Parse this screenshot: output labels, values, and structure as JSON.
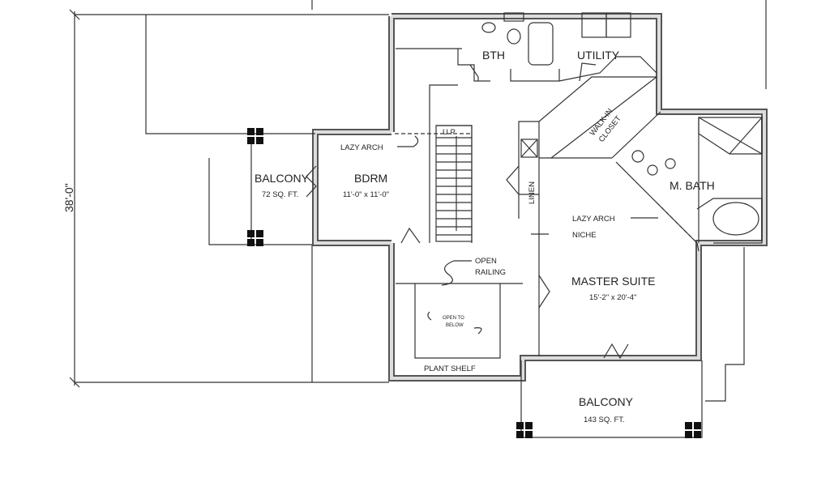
{
  "dimension": {
    "overall_depth": "38'-0\""
  },
  "rooms": {
    "bth": "BTH",
    "utility": "UTILITY",
    "walk_in_closet_line1": "WALK-IN",
    "walk_in_closet_line2": "CLOSET",
    "m_bath": "M. BATH",
    "linen": "LINEN",
    "bdrm": "BDRM",
    "bdrm_size": "11'-0\" x 11'-0\"",
    "balcony_left": "BALCONY",
    "balcony_left_area": "72 SQ. FT.",
    "master_suite": "MASTER SUITE",
    "master_suite_size": "15'-2\" x 20'-4\"",
    "balcony_bottom": "BALCONY",
    "balcony_bottom_area": "143 SQ. FT.",
    "plant_shelf": "PLANT SHELF",
    "open_to_below_line1": "OPEN TO",
    "open_to_below_line2": "BELOW"
  },
  "annotations": {
    "lazy_arch_bdrm": "LAZY ARCH",
    "lazy_arch_master": "LAZY ARCH",
    "niche": "NICHE",
    "open_railing_line1": "OPEN",
    "open_railing_line2": "RAILING",
    "stair_up": "U P"
  }
}
